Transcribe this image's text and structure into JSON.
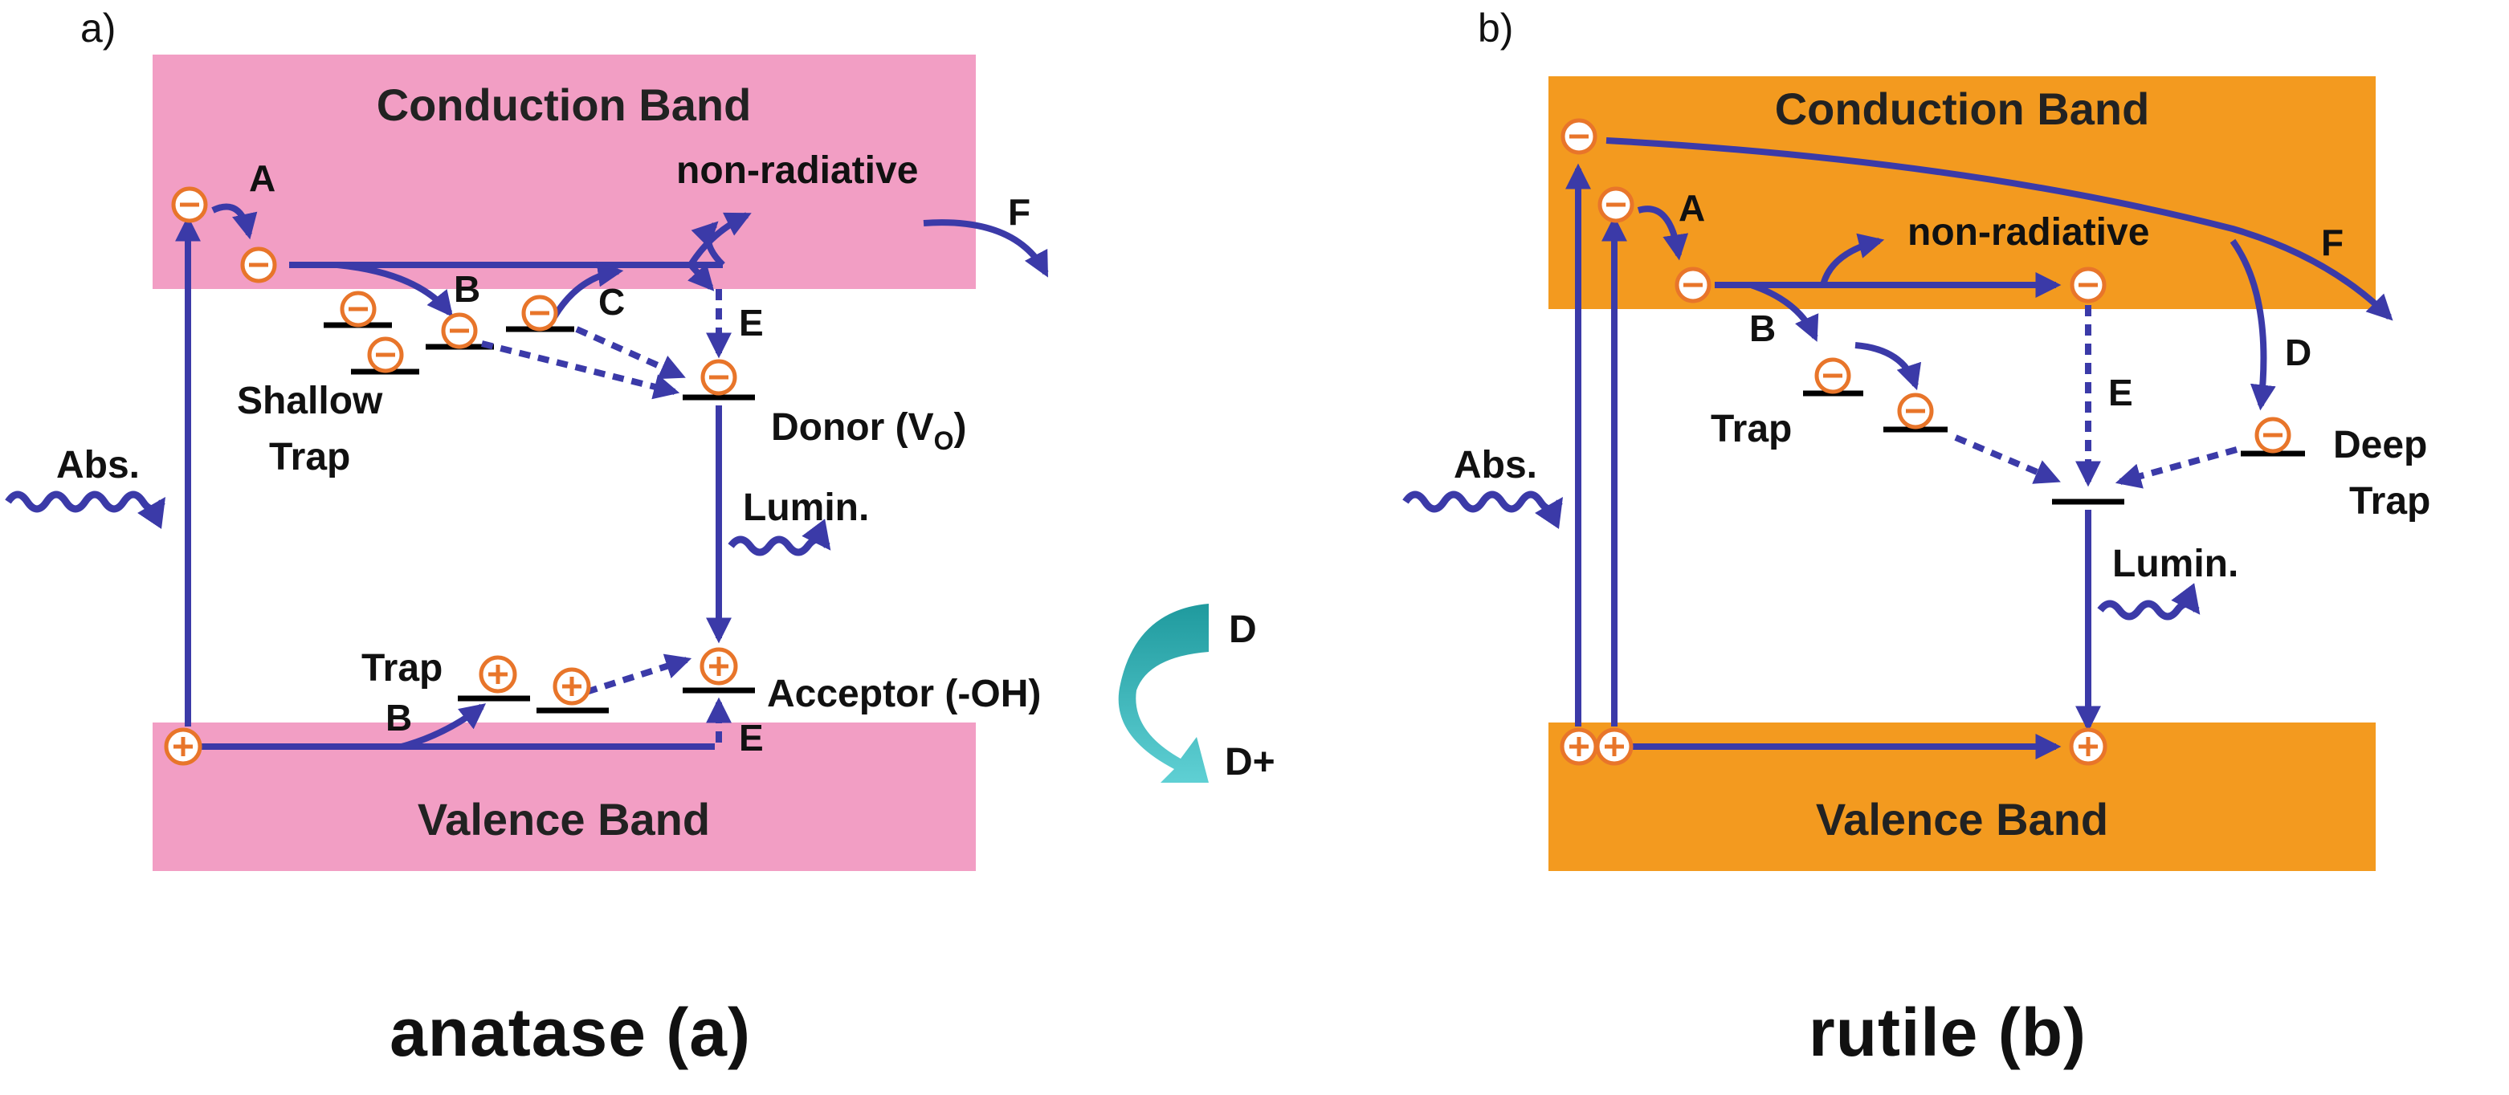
{
  "panel_a": {
    "tag": "a)",
    "conduction_band": "Conduction Band",
    "valence_band": "Valence Band",
    "labels": {
      "A": "A",
      "B_top": "B",
      "C": "C",
      "E_top": "E",
      "F": "F",
      "non_radiative": "non-radiative",
      "shallow": "Shallow",
      "trap": "Trap",
      "donor": "Donor (V",
      "donor_sub": "O",
      "donor_close": ")",
      "abs": "Abs.",
      "lumin": "Lumin.",
      "trap_low": "Trap",
      "B_low": "B",
      "acceptor": "Acceptor (-OH)",
      "E_low": "E",
      "D": "D",
      "D_plus": "D+"
    },
    "caption": "anatase (a)",
    "colors": {
      "band": "#f29ec4",
      "arrow": "#3b3aa8",
      "teal": "#2fb5b8"
    }
  },
  "panel_b": {
    "tag": "b)",
    "conduction_band": "Conduction Band",
    "valence_band": "Valence Band",
    "labels": {
      "A": "A",
      "non_radiative": "non-radiative",
      "F": "F",
      "B": "B",
      "D": "D",
      "E": "E",
      "trap": "Trap",
      "deep": "Deep",
      "deep_trap": "Trap",
      "abs": "Abs.",
      "lumin": "Lumin."
    },
    "caption": "rutile (b)",
    "colors": {
      "band": "#f39a1f"
    }
  }
}
